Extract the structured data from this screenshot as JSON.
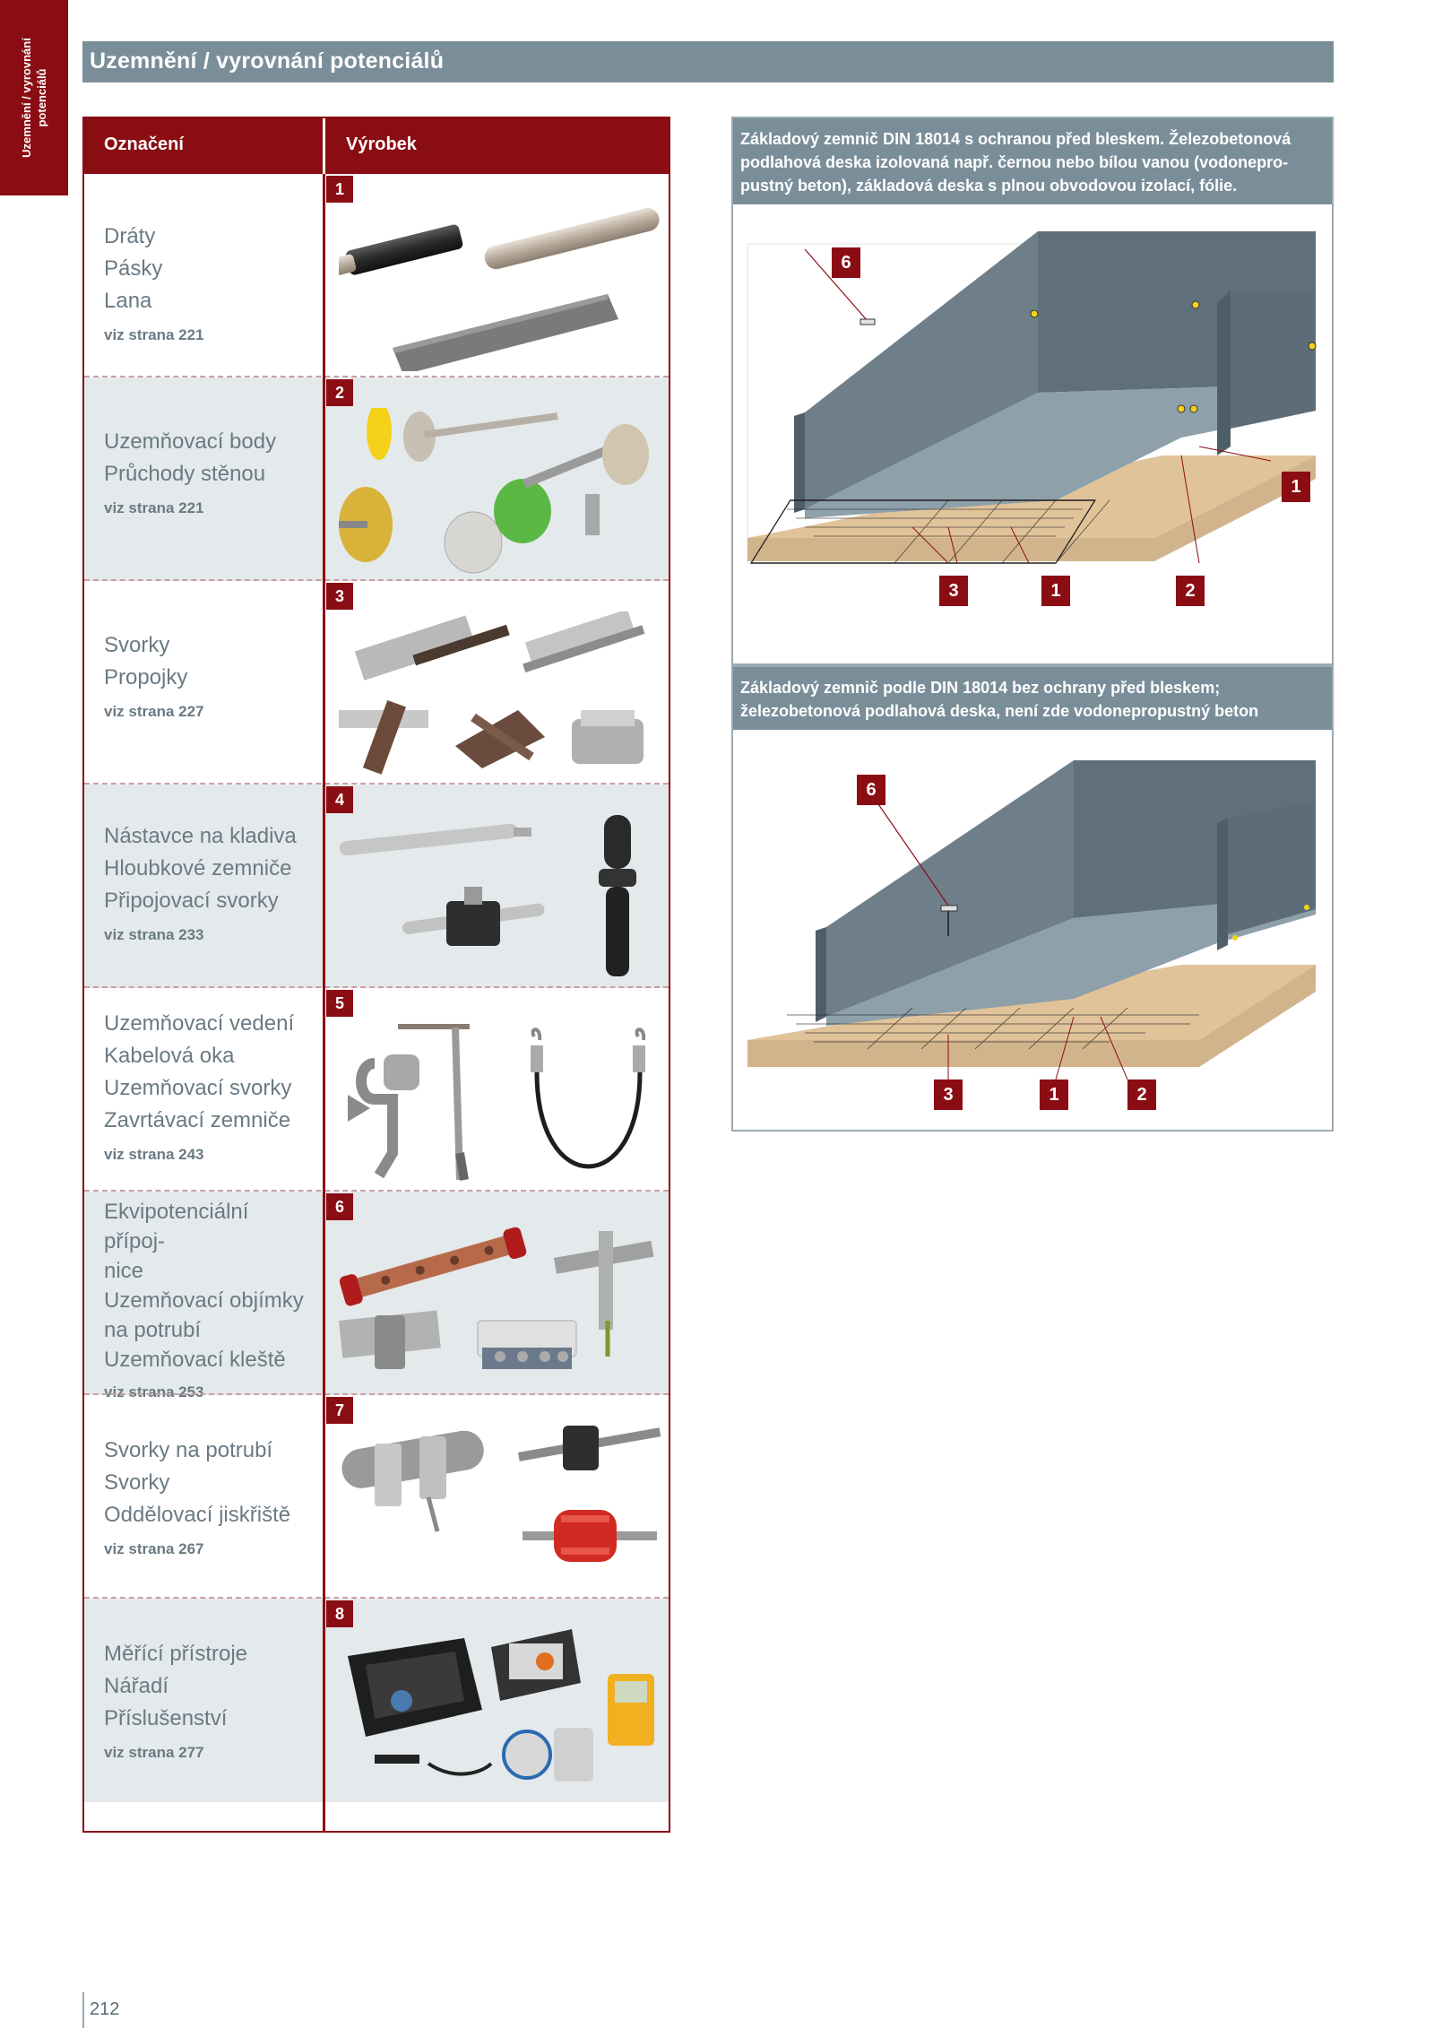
{
  "side_tab": {
    "text": "Uzemnění / vyrovnání potenciálů"
  },
  "title": "Uzemnění / vyrovnání potenciálů",
  "table": {
    "headers": [
      "Označení",
      "Výrobek"
    ],
    "rows": [
      {
        "num": "1",
        "items": [
          "Dráty",
          "Pásky",
          "Lana"
        ],
        "ref": "viz strana 221"
      },
      {
        "num": "2",
        "items": [
          "Uzemňovací body",
          "Průchody stěnou"
        ],
        "ref": "viz strana 221"
      },
      {
        "num": "3",
        "items": [
          "Svorky",
          "Propojky"
        ],
        "ref": "viz strana 227"
      },
      {
        "num": "4",
        "items": [
          "Nástavce na kladiva",
          "Hloubkové zemniče",
          "Připojovací svorky"
        ],
        "ref": "viz strana 233"
      },
      {
        "num": "5",
        "items": [
          "Uzemňovací vedení",
          "Kabelová oka",
          "Uzemňovací svorky",
          "Zavrtávací zemniče"
        ],
        "ref": "viz strana 243"
      },
      {
        "num": "6",
        "items": [
          "Ekvipotenciální přípoj-",
          "nice",
          "Uzemňovací objímky",
          "na potrubí",
          "Uzemňovací kleště"
        ],
        "ref": "viz strana 253"
      },
      {
        "num": "7",
        "items": [
          "Svorky na potrubí",
          "Svorky",
          "Oddělovací jiskřiště"
        ],
        "ref": "viz strana 267"
      },
      {
        "num": "8",
        "items": [
          "Měřící přístroje",
          "Nářadí",
          "Příslušenství"
        ],
        "ref": "viz strana 277"
      }
    ]
  },
  "panels": [
    {
      "heading": [
        "Základový zemnič DIN 18014 s ochranou před bleskem. Železobetonová",
        "podlahová deska izolovaná např. černou nebo bílou vanou (vodonepro-",
        "pustný beton), základová deska s plnou obvodovou izolací, fólie."
      ],
      "callouts": {
        "c6": "6",
        "c1": "1",
        "c3": "3",
        "c1b": "1",
        "c2": "2"
      }
    },
    {
      "heading": [
        "Základový zemnič podle DIN 18014 bez ochrany před bleskem;",
        "železobetonová podlahová deska, není zde vodonepropustný beton"
      ],
      "callouts": {
        "c6": "6",
        "c3": "3",
        "c1": "1",
        "c2": "2"
      }
    }
  ],
  "page_number": "212",
  "colors": {
    "accent": "#8b0d14",
    "grey_bar": "#7a8e99",
    "row_shade": "#e4e9ec"
  }
}
